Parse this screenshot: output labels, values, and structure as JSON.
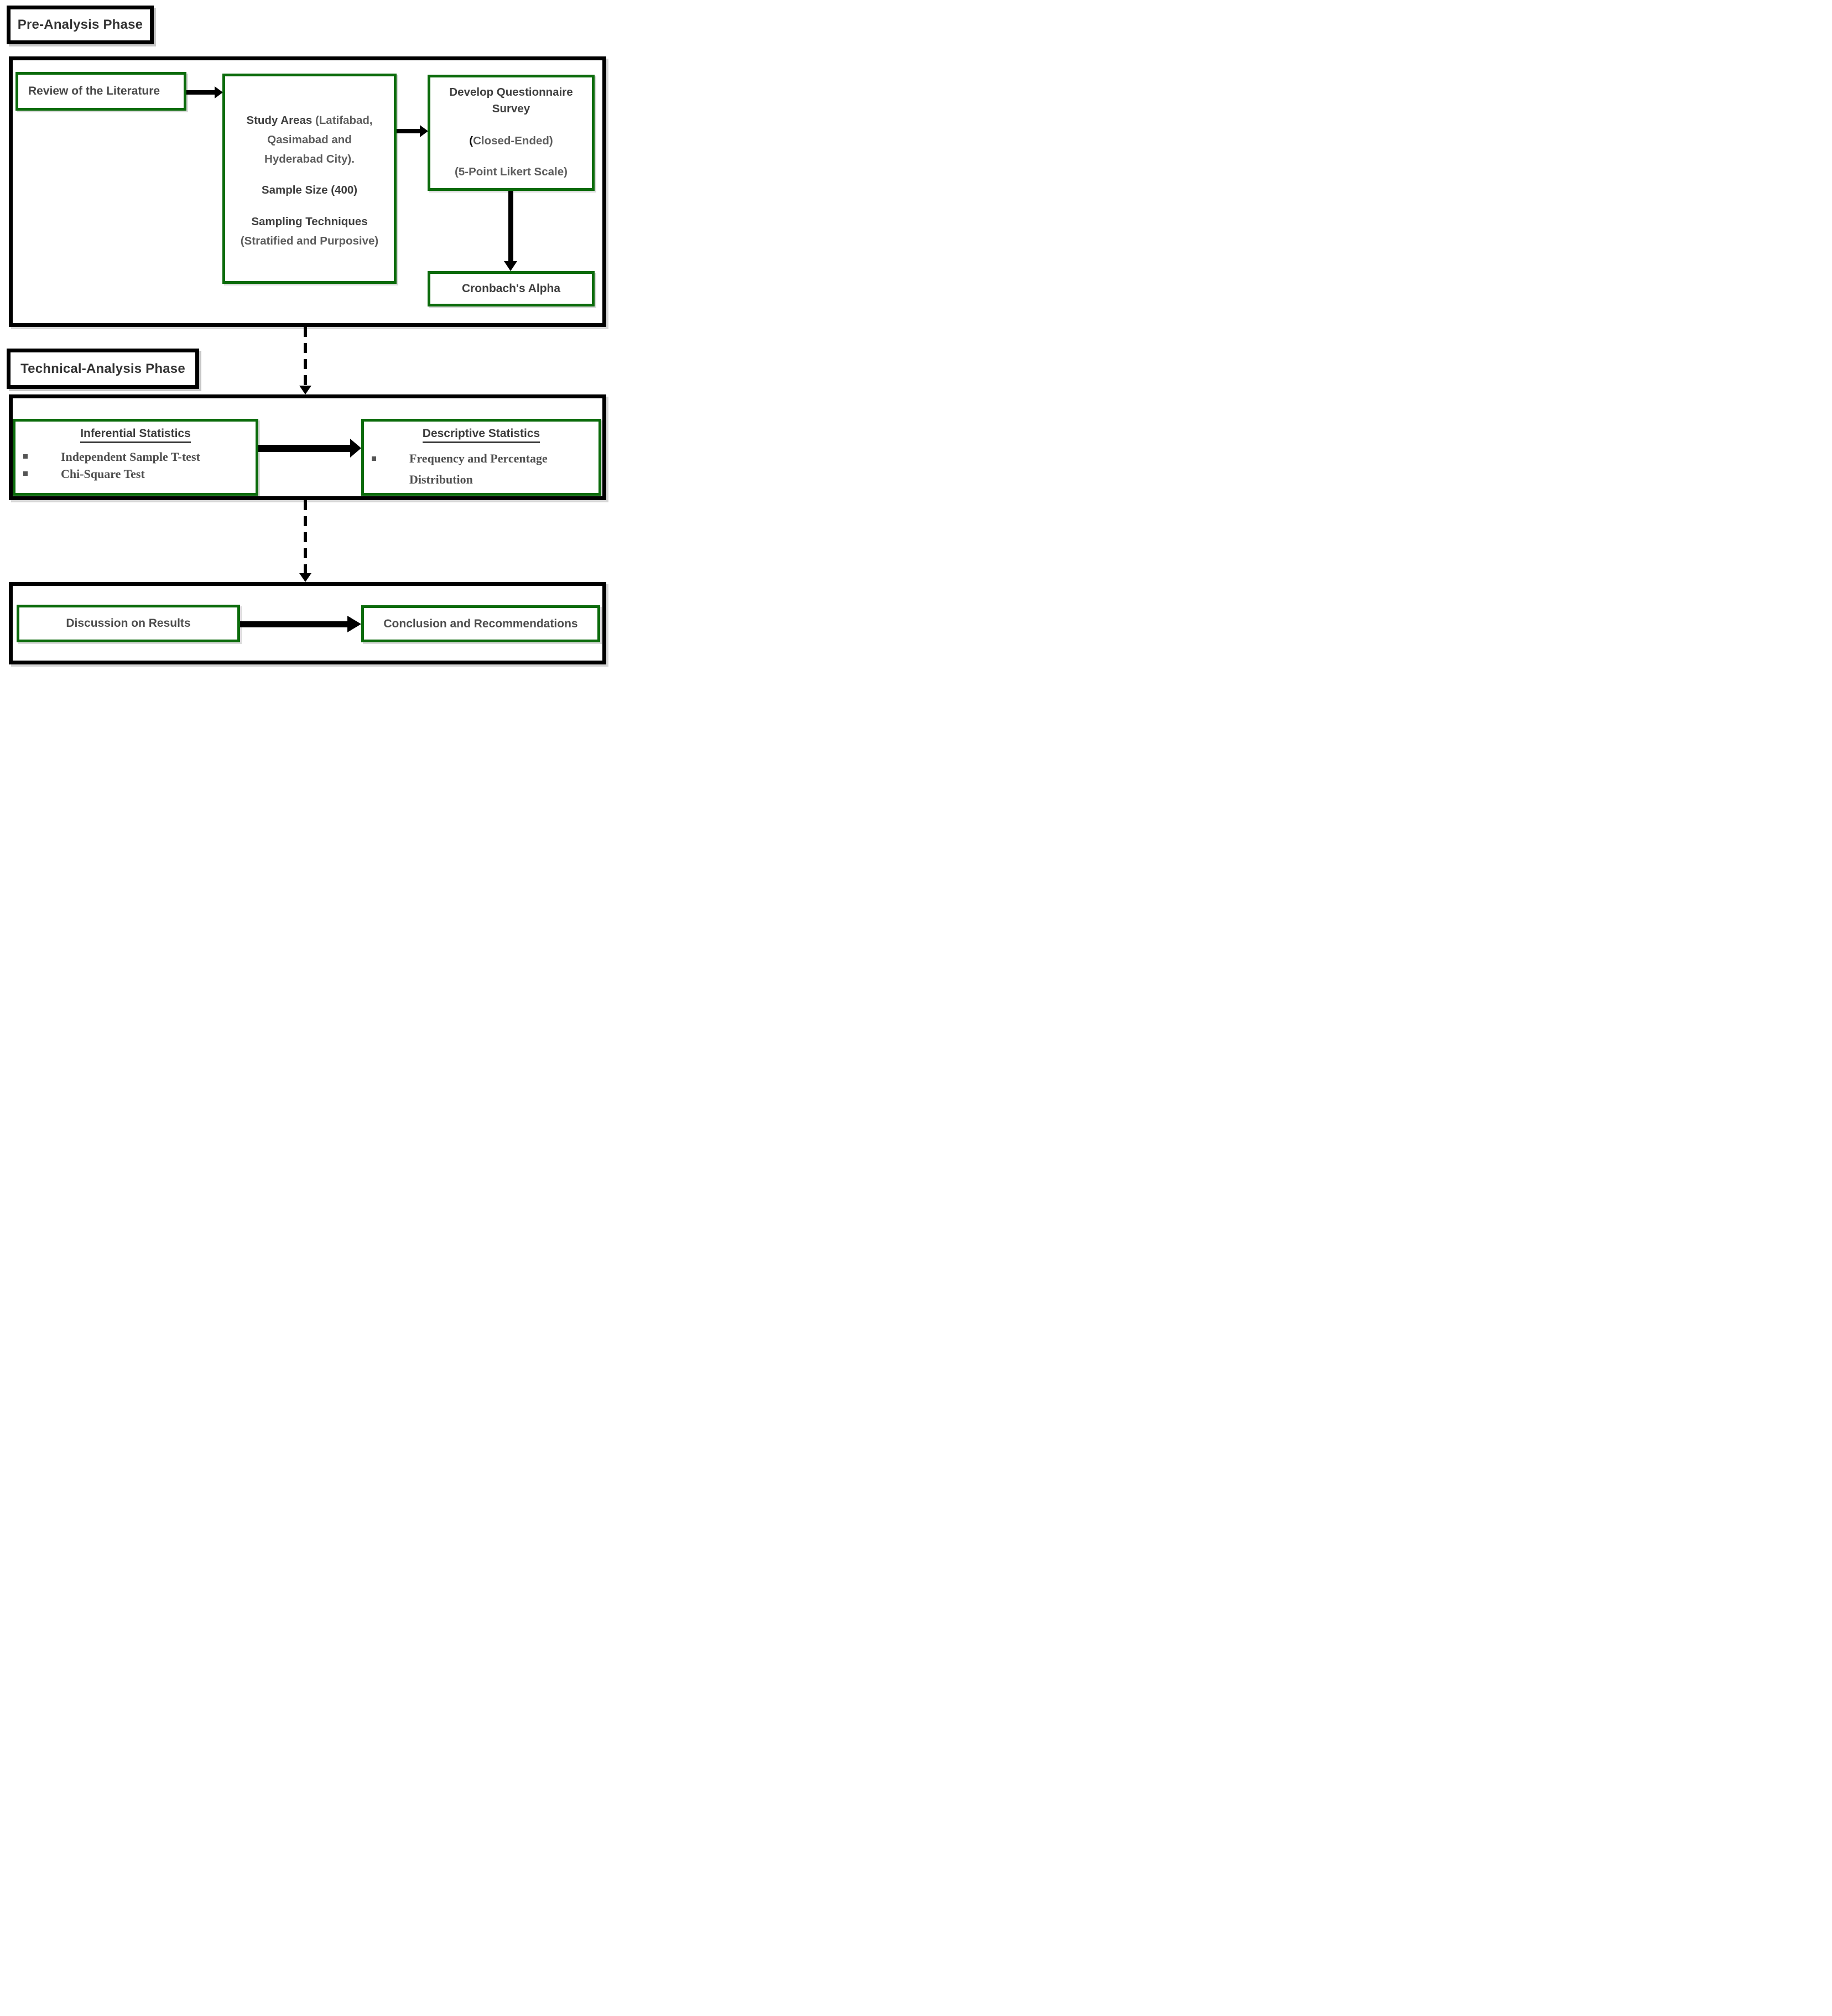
{
  "phase_labels": {
    "pre": "Pre-Analysis Phase",
    "technical": "Technical-Analysis Phase"
  },
  "pre_phase": {
    "review_box": "Review of the Literature",
    "study_box": {
      "line1_dark": "Study Areas ",
      "line1_gray": "(Latifabad,",
      "line2": "Qasimabad and",
      "line3": "Hyderabad City).",
      "sample_size": "Sample Size (400)",
      "sampling_title": "Sampling Techniques",
      "sampling_detail": "(Stratified and Purposive)"
    },
    "develop_box": {
      "line1": "Develop Questionnaire",
      "line2": "Survey",
      "closed_paren": "(",
      "closed_rest": "Closed-Ended)",
      "likert": "(5-Point Likert Scale)"
    },
    "cronbach_box": "Cronbach's Alpha"
  },
  "technical_phase": {
    "inferential": {
      "title": "Inferential Statistics",
      "bullets": [
        "Independent Sample T-test",
        "Chi-Square Test"
      ]
    },
    "descriptive": {
      "title": "Descriptive Statistics",
      "bullets": [
        "Frequency and Percentage Distribution"
      ]
    }
  },
  "final_phase": {
    "discussion_box": "Discussion on Results",
    "conclusion_box": "Conclusion and Recommendations"
  },
  "colors": {
    "green_border": "#0b6b0b",
    "black_border": "#000000",
    "text_dark": "#3f3f3f",
    "text_gray": "#5d5d5d"
  }
}
